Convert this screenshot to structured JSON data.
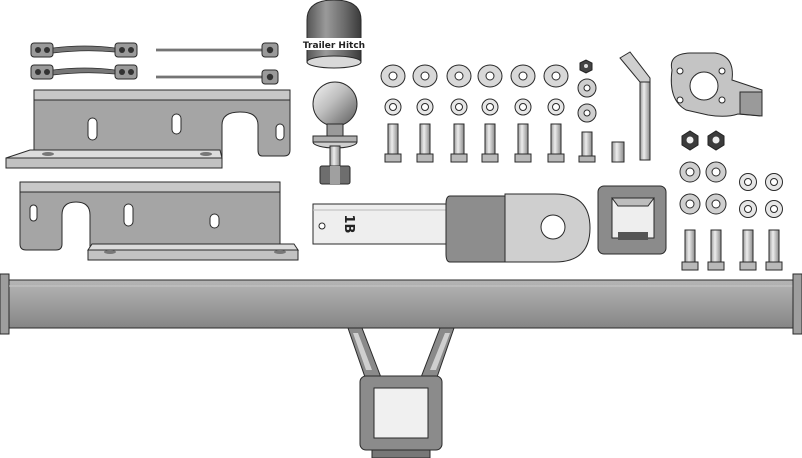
{
  "image": {
    "alt": "Exploded parts view of a towbar hitch kit: mounting brackets, straps, tow ball with cover, hardware, ball mount, receiver and crossbar"
  },
  "labels": {
    "ball_cover_text": "Trailer Hitch",
    "ball_mount_stamp": "1B"
  },
  "colors": {
    "background": "#ffffff",
    "metal_dark": "#8a8a8a",
    "metal_mid": "#a9a9a9",
    "metal_light": "#d2d2d2",
    "metal_highlight": "#eeeeee",
    "outline": "#2a2a2a"
  }
}
